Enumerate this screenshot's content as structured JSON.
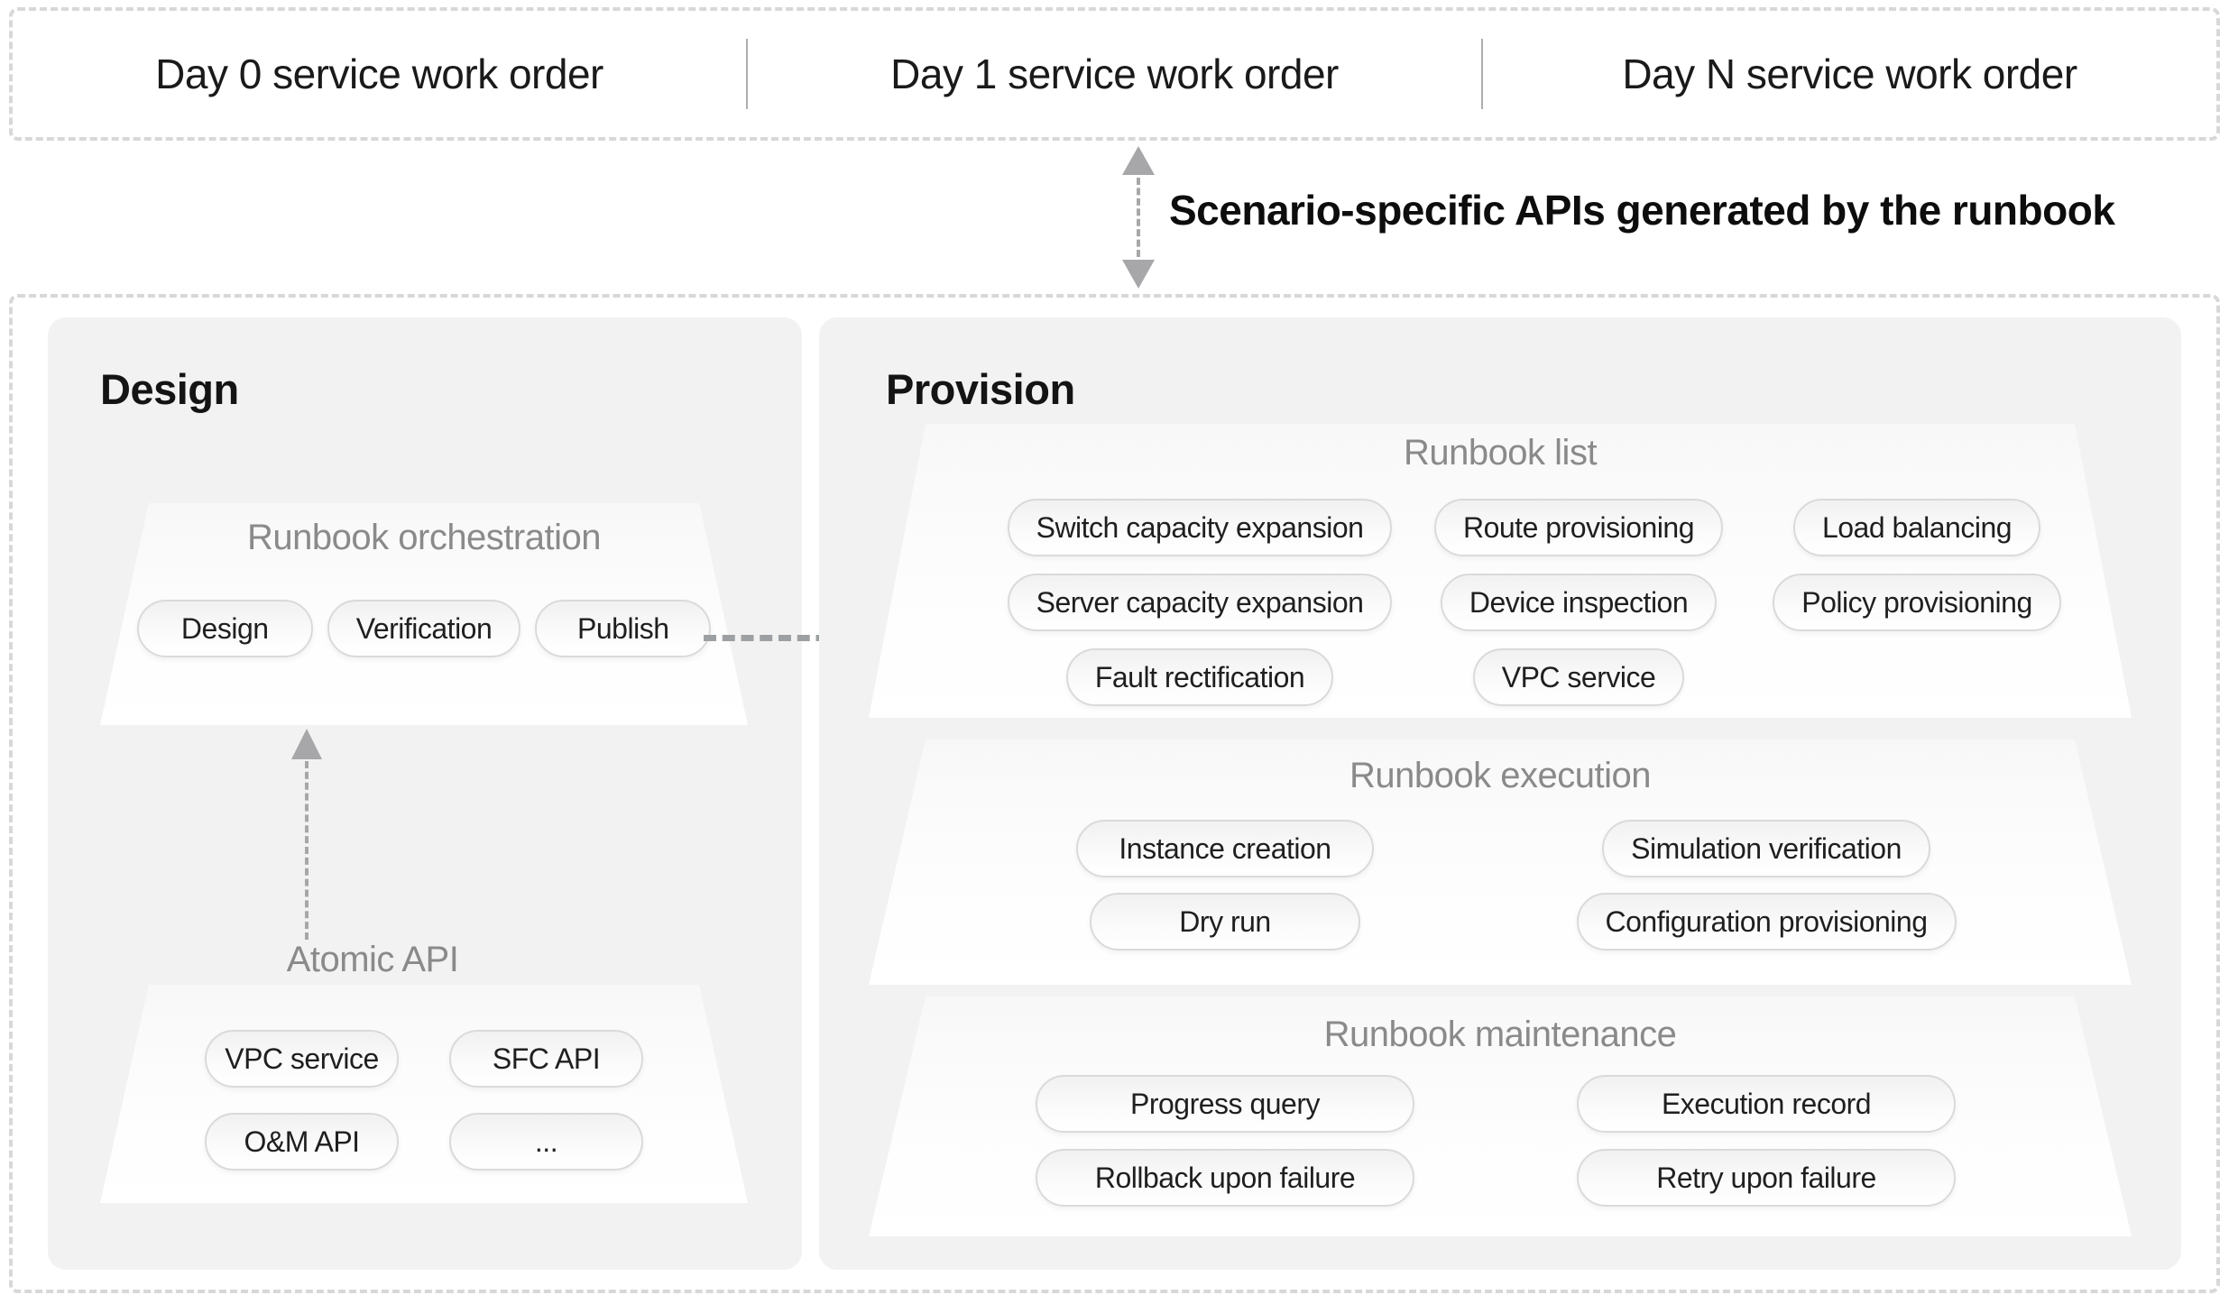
{
  "top_bar": {
    "items": [
      "Day 0 service work order",
      "Day 1 service work order",
      "Day N service work order"
    ]
  },
  "connector": {
    "label": "Scenario-specific APIs generated by the runbook"
  },
  "design": {
    "title": "Design",
    "orchestration": {
      "title": "Runbook orchestration",
      "pills": [
        "Design",
        "Verification",
        "Publish"
      ]
    },
    "atomic_api": {
      "title": "Atomic API",
      "pills": [
        "VPC service",
        "SFC API",
        "O&M API",
        "..."
      ]
    }
  },
  "provision": {
    "title": "Provision",
    "runbook_list": {
      "title": "Runbook list",
      "rows": [
        [
          "Switch capacity expansion",
          "Route provisioning",
          "Load balancing"
        ],
        [
          "Server capacity expansion",
          "Device inspection",
          "Policy provisioning"
        ],
        [
          "Fault rectification",
          "VPC service"
        ]
      ]
    },
    "runbook_execution": {
      "title": "Runbook execution",
      "rows": [
        [
          "Instance creation",
          "Simulation verification"
        ],
        [
          "Dry run",
          "Configuration provisioning"
        ]
      ]
    },
    "runbook_maintenance": {
      "title": "Runbook maintenance",
      "rows": [
        [
          "Progress query",
          "Execution record"
        ],
        [
          "Rollback upon failure",
          "Retry upon failure"
        ]
      ]
    }
  },
  "colors": {
    "panel_bg": "#f2f2f2",
    "pill_border": "#dadada",
    "dashed_border": "#d8d8d8",
    "arrow_gray": "#a7a7aa",
    "section_title_gray": "#8a8a8a",
    "text_dark": "#1a1a1a"
  }
}
